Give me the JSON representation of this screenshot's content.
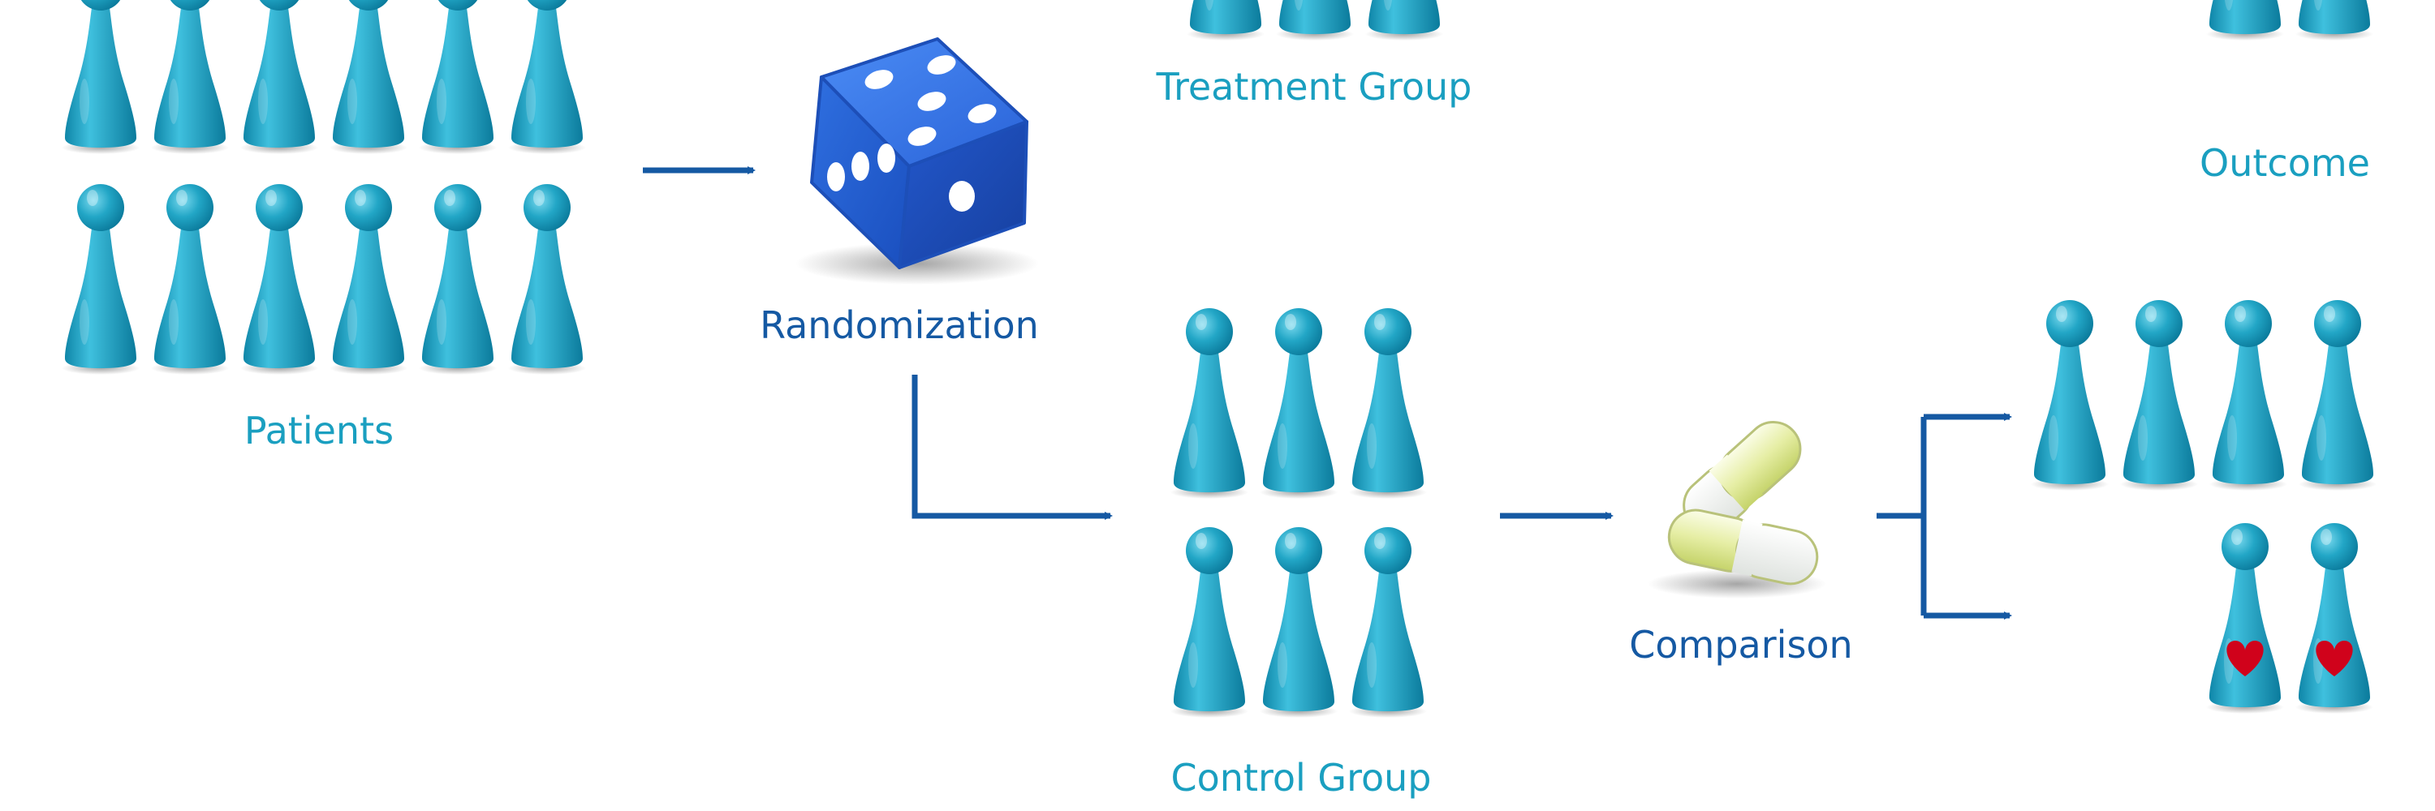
{
  "labels": {
    "patients": "Patients",
    "randomization": "Randomization",
    "treatment_group": "Treatment Group",
    "control_group": "Control Group",
    "comparison": "Comparison",
    "outcome": "Outcome"
  },
  "colors": {
    "pawn": "#1a9fc0",
    "arrow": "#1559a3",
    "heart": "#d0021b",
    "dice": "#2f6fe0",
    "capsule": "#e6eea5"
  },
  "icons": {
    "pawn": "game-pawn-icon",
    "dice": "dice-icon",
    "pills": "capsule-pills-icon",
    "heart": "heart-icon"
  },
  "groups": {
    "patients": {
      "rows": 2,
      "per_row": 6
    },
    "treatment_group": {
      "rows": 1,
      "per_row": 3
    },
    "control_group": {
      "rows": 2,
      "per_row": 3
    },
    "outcome_top": {
      "rows": 1,
      "per_row": 2
    },
    "outcome_bottom_healthy": {
      "rows": 1,
      "per_row": 4
    },
    "outcome_bottom_affected": {
      "rows": 1,
      "per_row": 2,
      "marked_with_heart": true
    }
  }
}
